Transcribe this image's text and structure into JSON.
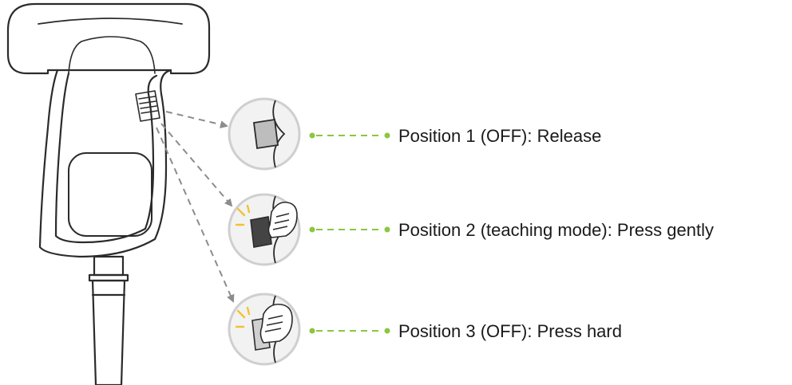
{
  "positions": [
    {
      "label": "Position 1 (OFF): Release"
    },
    {
      "label": "Position 2 (teaching mode): Press gently"
    },
    {
      "label": "Position 3 (OFF): Press hard"
    }
  ],
  "colors": {
    "outline": "#2b2b2b",
    "callout_fill": "#f2f2f2",
    "callout_border": "#cfcfcf",
    "arrow": "#8c8c8c",
    "green_leader": "#8cc63f",
    "button_dark": "#444444",
    "spark_yellow": "#f2c230"
  },
  "icons": [
    "pendant-outline",
    "enabling-switch",
    "hand-press-icon",
    "spark-icon"
  ]
}
